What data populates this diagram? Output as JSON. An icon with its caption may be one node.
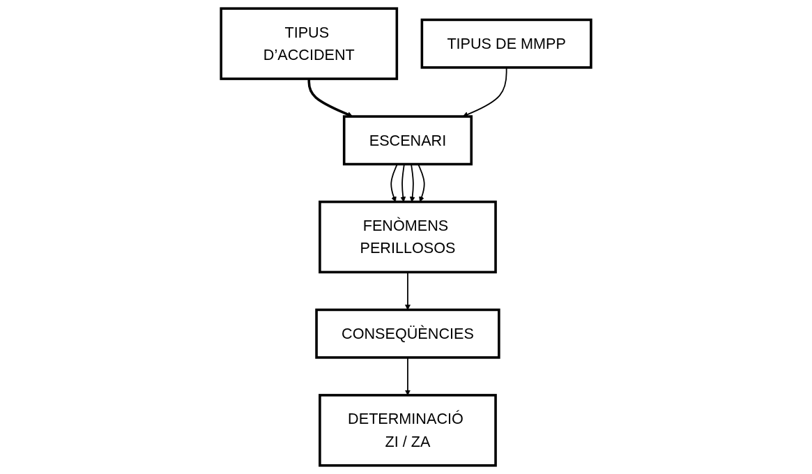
{
  "diagram": {
    "nodes": [
      {
        "text": [
          "TIPUS D’ACCIDENT"
        ]
      },
      {
        "text": [
          "TIPUS DE MMPP"
        ]
      },
      {
        "text": [
          "ESCENARI"
        ]
      },
      {
        "text": [
          "FENÒMENS PERILLOSOS"
        ]
      },
      {
        "text": [
          "CONSEQÜÈNCIES"
        ]
      },
      {
        "text": [
          "DETERMINACIÓ ZI / ZA"
        ]
      }
    ],
    "edges": [
      {
        "from": 0,
        "to": 2,
        "arrow": "to",
        "style": "thick"
      },
      {
        "from": 1,
        "to": 2,
        "arrow": "to"
      },
      {
        "from": 2,
        "to": 3,
        "arrow": "to"
      },
      {
        "from": 2,
        "to": 3,
        "arrow": "to"
      },
      {
        "from": 2,
        "to": 3,
        "arrow": "to"
      },
      {
        "from": 2,
        "to": 3,
        "arrow": "to"
      },
      {
        "from": 3,
        "to": 4,
        "arrow": "to"
      },
      {
        "from": 4,
        "to": 5,
        "arrow": "to"
      }
    ]
  }
}
